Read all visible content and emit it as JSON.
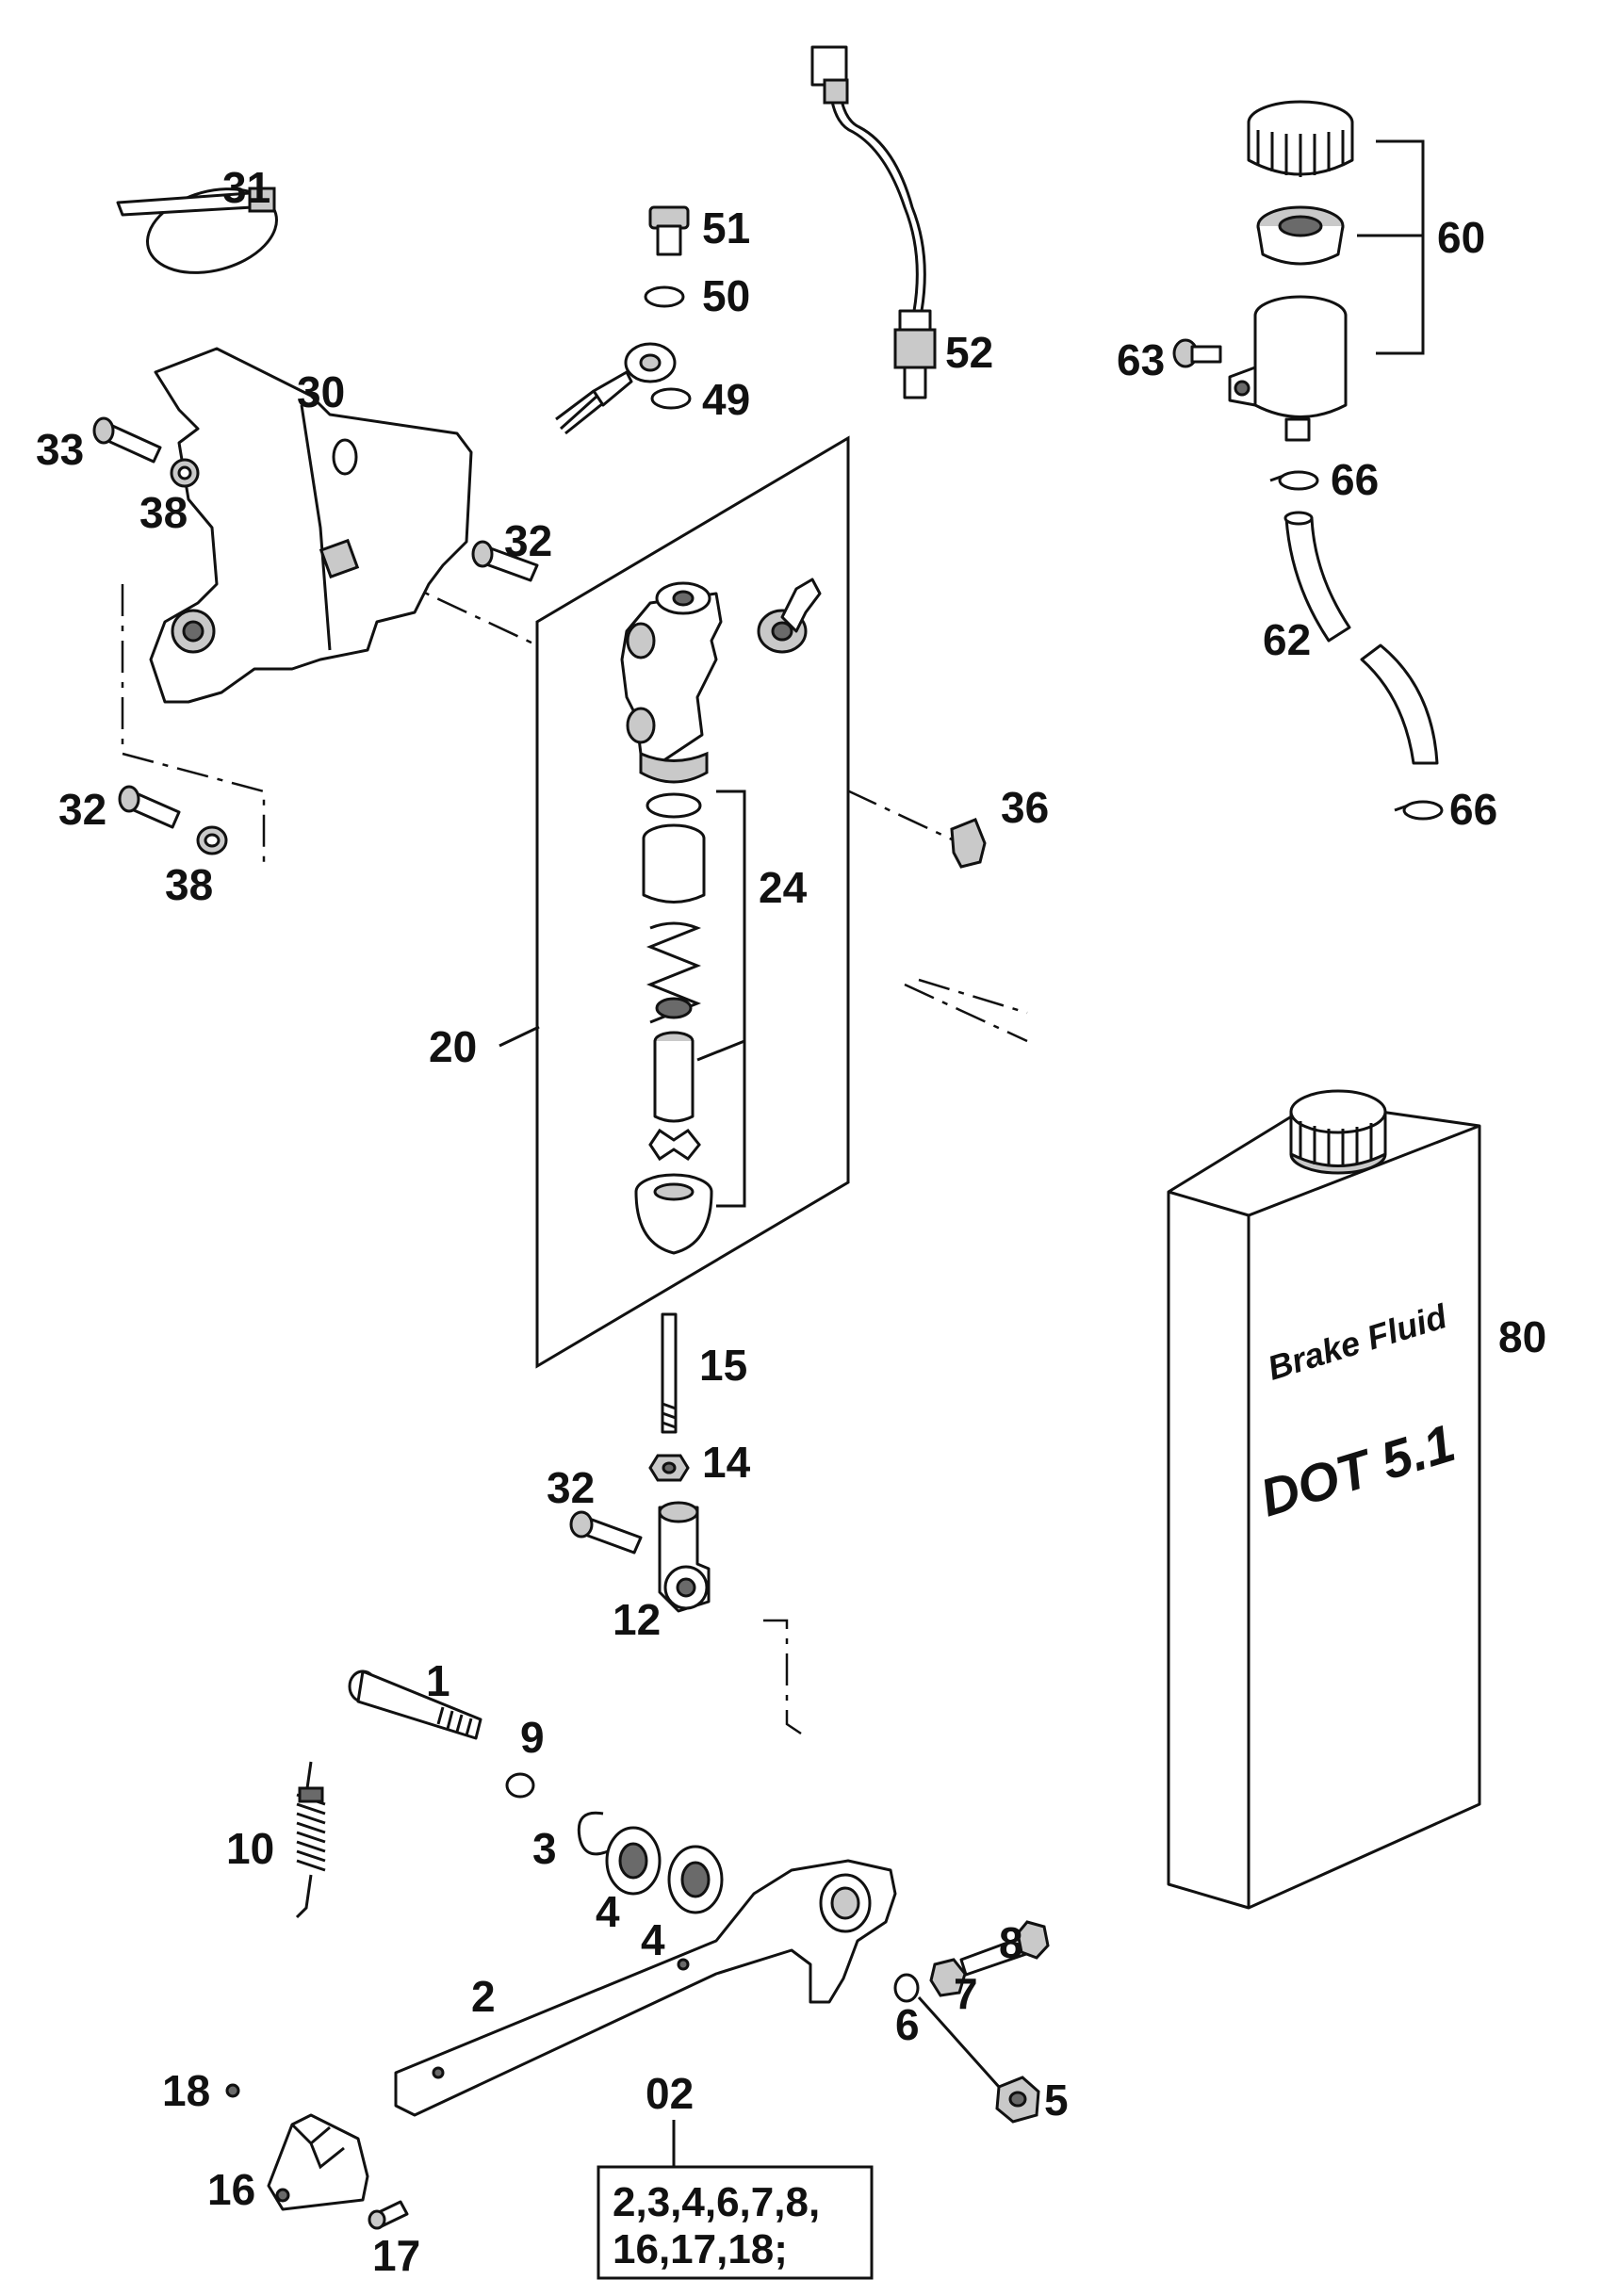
{
  "callouts": {
    "n1": "1",
    "n2": "2",
    "n3": "3",
    "n4a": "4",
    "n4b": "4",
    "n5": "5",
    "n6": "6",
    "n7": "7",
    "n8": "8",
    "n9": "9",
    "n10": "10",
    "n12": "12",
    "n14": "14",
    "n15": "15",
    "n16": "16",
    "n17": "17",
    "n18": "18",
    "n20": "20",
    "n24": "24",
    "n30": "30",
    "n31": "31",
    "n32a": "32",
    "n32b": "32",
    "n32c": "32",
    "n33": "33",
    "n36": "36",
    "n38a": "38",
    "n38b": "38",
    "n49": "49",
    "n50": "50",
    "n51": "51",
    "n52": "52",
    "n60": "60",
    "n62": "62",
    "n63": "63",
    "n66a": "66",
    "n66b": "66",
    "n80": "80",
    "n02": "02"
  },
  "kit_box": {
    "line1": "2,3,4,6,7,8,",
    "line2": "16,17,18;"
  },
  "fluid_can": {
    "line1": "Brake Fluid",
    "line2": "DOT 5.1"
  }
}
